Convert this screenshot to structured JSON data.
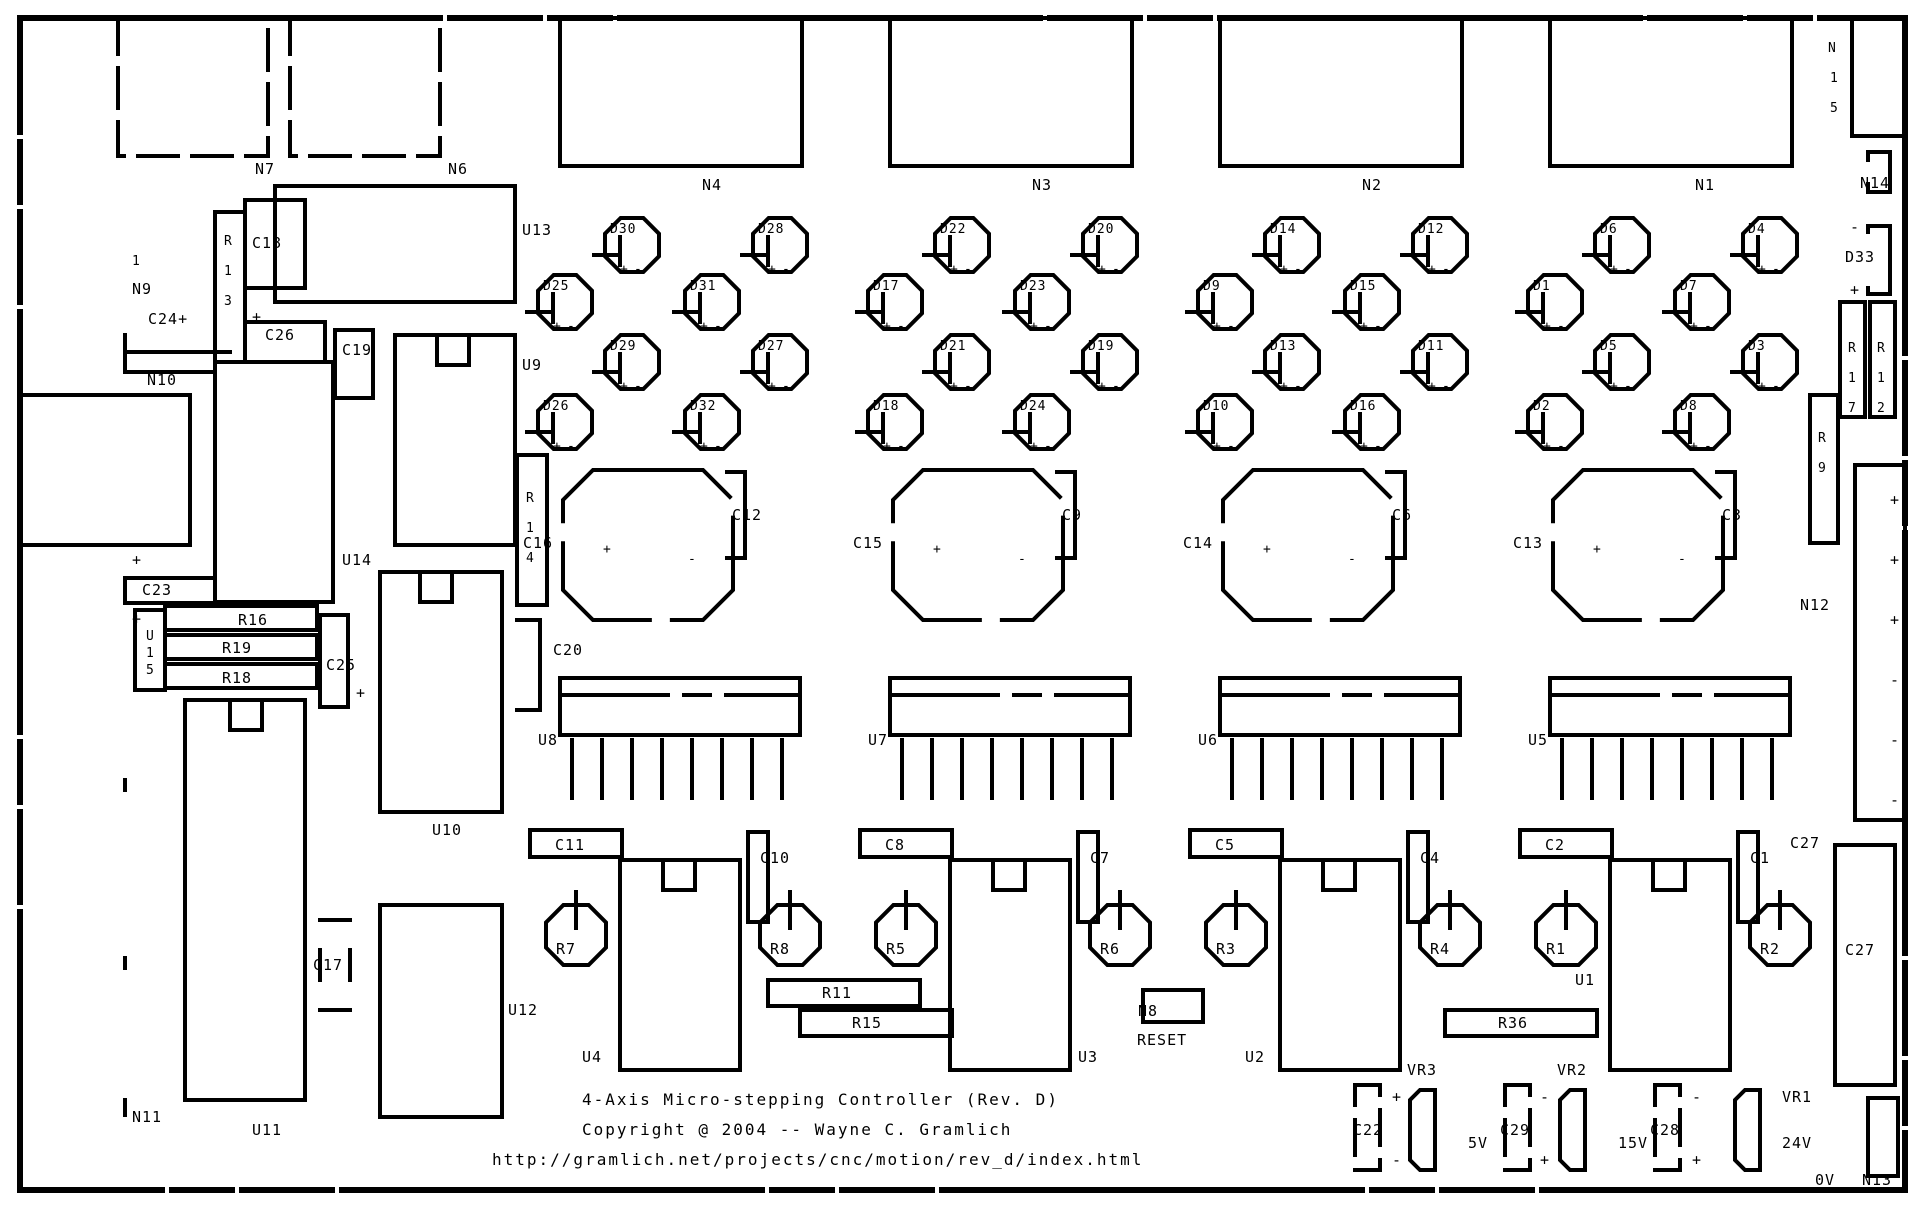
{
  "colors": {
    "ink": "#000000",
    "paper": "#ffffff"
  },
  "notes": {
    "title": "4-Axis Micro-stepping Controller (Rev. D)",
    "copyright": "Copyright @ 2004 -- Wayne C. Gramlich",
    "url": "http://gramlich.net/projects/cnc/motion/rev_d/index.html"
  },
  "connectors": {
    "n1": "N1",
    "n2": "N2",
    "n3": "N3",
    "n4": "N4",
    "n6": "N6",
    "n7": "N7",
    "n8": "N8",
    "n9": "N9",
    "n9_pin": "1",
    "n10": "N10",
    "n11": "N11",
    "n12": "N12",
    "n13": "N13",
    "n14": "N14",
    "n15": [
      "N",
      "1",
      "5"
    ]
  },
  "ics": {
    "u1": "U1",
    "u2": "U2",
    "u3": "U3",
    "u4": "U4",
    "u5": "U5",
    "u6": "U6",
    "u7": "U7",
    "u8": "U8",
    "u9": "U9",
    "u10": "U10",
    "u11": "U11",
    "u12": "U12",
    "u13": "U13",
    "u14": "U14",
    "u15": [
      "U",
      "1",
      "5"
    ]
  },
  "diodes": [
    "D1",
    "D2",
    "D3",
    "D4",
    "D5",
    "D6",
    "D7",
    "D8",
    "D9",
    "D10",
    "D11",
    "D12",
    "D13",
    "D14",
    "D15",
    "D16",
    "D17",
    "D18",
    "D19",
    "D20",
    "D21",
    "D22",
    "D23",
    "D24",
    "D25",
    "D26",
    "D27",
    "D28",
    "D29",
    "D30",
    "D31",
    "D32"
  ],
  "big_caps": [
    "C13",
    "C14",
    "C15",
    "C16"
  ],
  "small_caps": [
    "C3",
    "C6",
    "C9",
    "C12"
  ],
  "bar_caps": [
    "C2",
    "C5",
    "C8",
    "C11"
  ],
  "vert_caps": [
    "C1",
    "C4",
    "C7",
    "C10"
  ],
  "pots": [
    "R1",
    "R2",
    "R3",
    "R4",
    "R5",
    "R6",
    "R7",
    "R8"
  ],
  "misc_labels": {
    "c17": "C17",
    "c18": "C18",
    "c19": "C19",
    "c20": "C20",
    "c22": "C22",
    "c23": "C23",
    "c24": "C24+",
    "c25": "C25",
    "c26": "C26",
    "c27": "C27",
    "c28": "C28",
    "c29": "C29",
    "d33": "D33",
    "r11": "R11",
    "r15": "R15",
    "r16": "R16",
    "r18": "R18",
    "r19": "R19",
    "r36": "R36",
    "r9": [
      "R",
      "9"
    ],
    "r12": [
      "R",
      "1",
      "2"
    ],
    "r13": [
      "R",
      "1",
      "3"
    ],
    "r14": [
      "R",
      "1",
      "4"
    ],
    "r17": [
      "R",
      "1",
      "7"
    ],
    "vr1": "VR1",
    "vr2": "VR2",
    "vr3": "VR3",
    "reset": "RESET",
    "v24": "24V",
    "v15": "15V",
    "v5": "5V",
    "v0": "0V",
    "plus": "+",
    "minus": "-"
  }
}
